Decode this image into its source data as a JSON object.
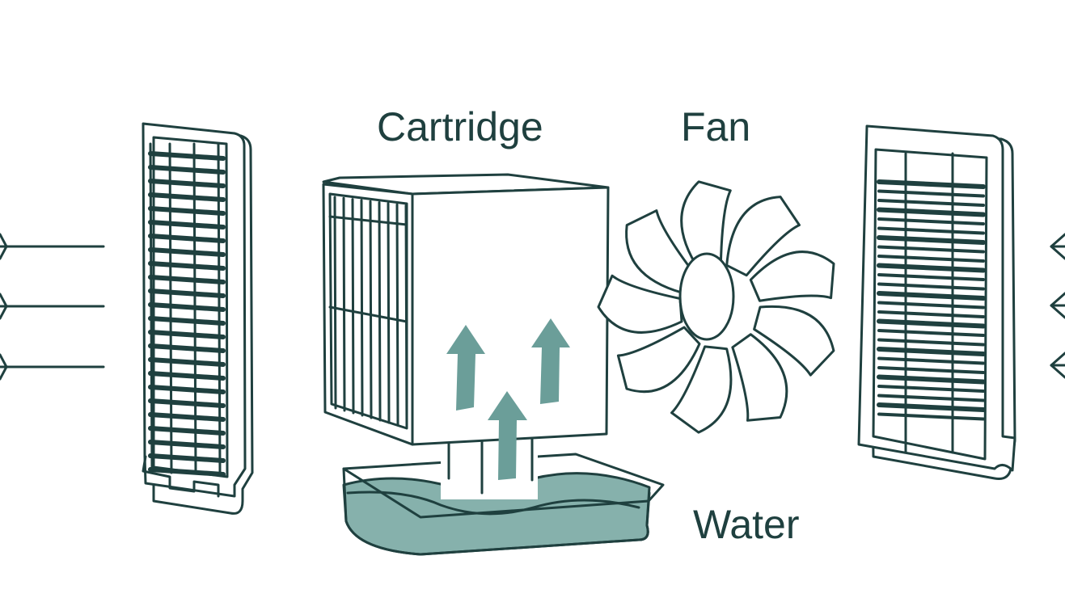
{
  "labels": {
    "cartridge": "Cartridge",
    "fan": "Fan",
    "water": "Water"
  },
  "colors": {
    "outline": "#1f403f",
    "water": "#86b1ac",
    "arrow": "#6b9e99",
    "background": "#ffffff"
  },
  "icons": {
    "intake_arrows": "arrow-right-icon",
    "outflow_arrows": "arrow-left-icon",
    "updraft_arrows": "arrow-up-icon"
  }
}
